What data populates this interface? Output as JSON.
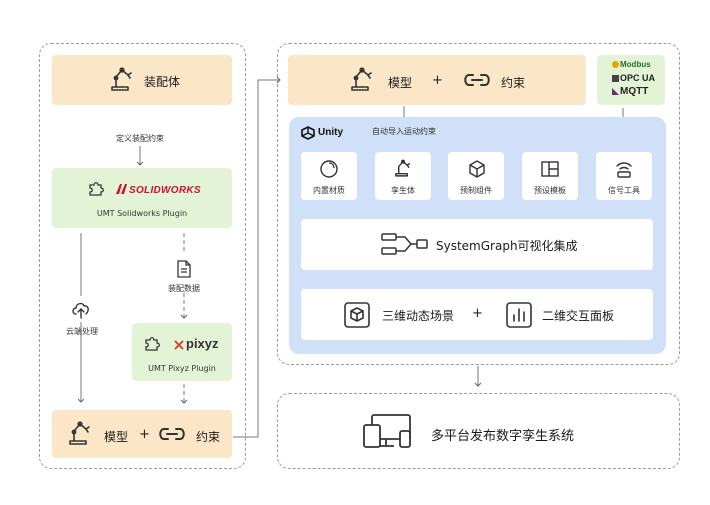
{
  "left_panel": {
    "assembly": {
      "label": "装配体"
    },
    "define_constraints": "定义装配约束",
    "solidworks_plugin": {
      "logo": "SOLIDWORKS",
      "label": "UMT Solidworks Plugin"
    },
    "cloud_label": "云端处理",
    "assembly_data_label": "装配数据",
    "pixyz_plugin": {
      "logo": "pixyz",
      "label": "UMT Pixyz Plugin"
    },
    "result": {
      "model": "模型",
      "plus": "+",
      "constraint": "约束"
    }
  },
  "right_panel": {
    "top": {
      "model": "模型",
      "plus": "+",
      "constraint": "约束"
    },
    "protocols": [
      "Modbus",
      "OPC UA",
      "MQTT"
    ],
    "unity_label": "Unity",
    "auto_import": "自动导入运动约束",
    "cards": [
      {
        "name": "内置材质",
        "icon": "material-icon"
      },
      {
        "name": "孪生体",
        "icon": "robot-arm-icon"
      },
      {
        "name": "预制组件",
        "icon": "cube-icon"
      },
      {
        "name": "预设模板",
        "icon": "template-icon"
      },
      {
        "name": "信号工具",
        "icon": "signal-icon"
      }
    ],
    "system_graph": "SystemGraph可视化集成",
    "scene_3d": "三维动态场景",
    "plus": "+",
    "dashboard_2d": "二维交互面板"
  },
  "publish": {
    "label": "多平台发布数字孪生系统"
  },
  "colors": {
    "peach": "#fbe7c8",
    "green": "#e3f3d6",
    "blue": "#cfe0f8",
    "solidworks_red": "#d0102a",
    "pixyz_red": "#d9362b"
  }
}
